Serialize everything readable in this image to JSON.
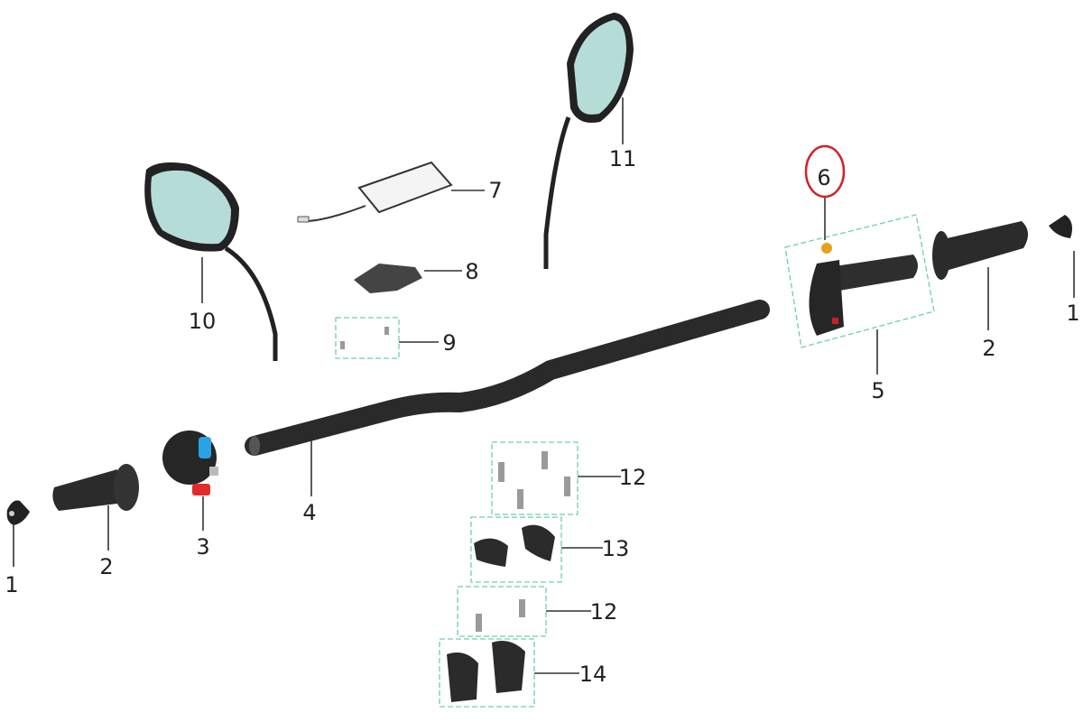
{
  "diagram": {
    "title": "Handlebar assembly exploded view",
    "highlight_color": "#d0232a",
    "box_color": "#6fcfae",
    "callouts": [
      {
        "label": "1"
      },
      {
        "label": "2"
      },
      {
        "label": "3"
      },
      {
        "label": "4"
      },
      {
        "label": "10"
      },
      {
        "label": "7"
      },
      {
        "label": "8"
      },
      {
        "label": "9"
      },
      {
        "label": "11"
      },
      {
        "label": "6"
      },
      {
        "label": "5"
      },
      {
        "label": "2"
      },
      {
        "label": "1"
      },
      {
        "label": "12"
      },
      {
        "label": "13"
      },
      {
        "label": "12"
      },
      {
        "label": "14"
      }
    ],
    "highlighted_part": "6"
  }
}
